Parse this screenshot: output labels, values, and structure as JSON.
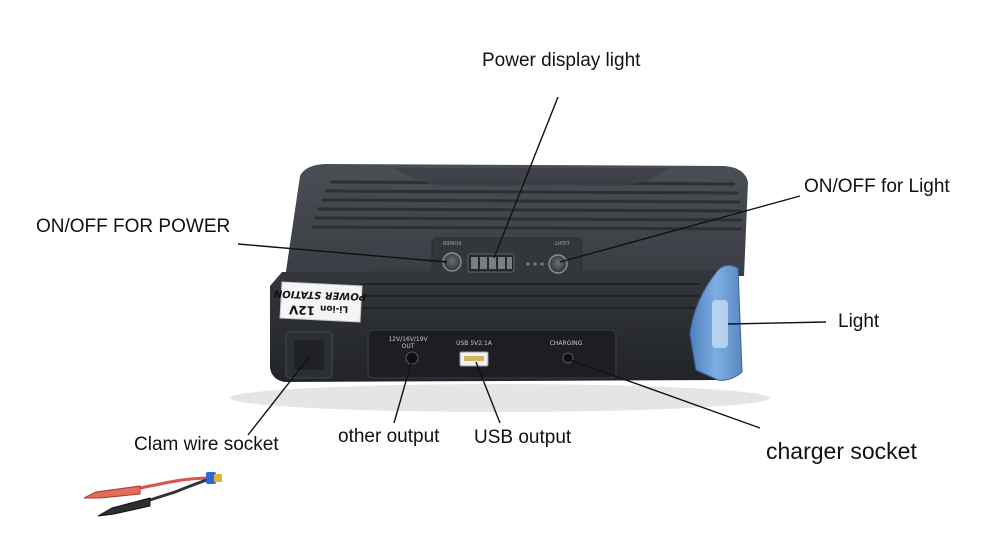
{
  "labels": {
    "power_display_light": "Power display light",
    "on_off_light": "ON/OFF for Light",
    "on_off_power": "ON/OFF FOR POWER",
    "light": "Light",
    "clam_wire_socket": "Clam wire socket",
    "other_output": "other output",
    "usb_output": "USB output",
    "charger_socket": "charger socket"
  },
  "device": {
    "brand_line": "POWER STATION",
    "chem_line": "Li-ion",
    "voltage": "12V",
    "power_button_caption": "POWER",
    "light_button_caption": "LIGHT",
    "port_dc_line1": "12V/16V/19V",
    "port_dc_line2": "OUT",
    "port_usb": "USB 5V2.1A",
    "port_charging": "CHARGING"
  },
  "colors": {
    "body": "#3d4046",
    "body_dark": "#23262b",
    "accent_blue": "#6e9fd8",
    "leader": "#111111"
  }
}
